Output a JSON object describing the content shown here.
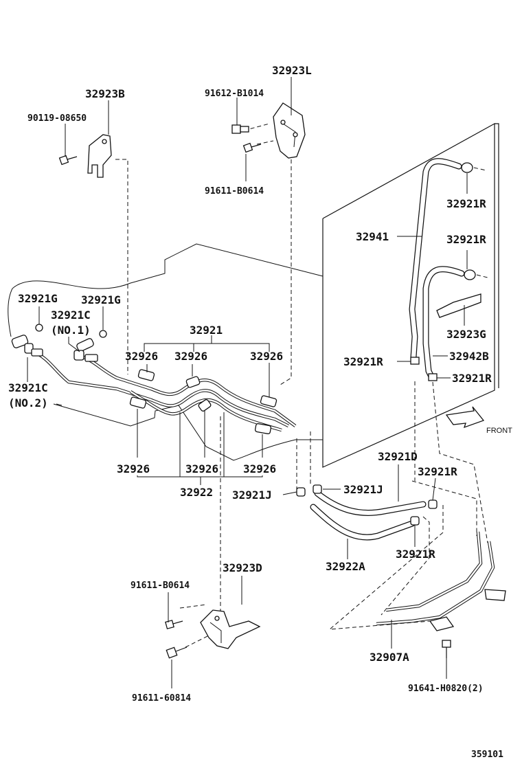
{
  "labels": {
    "p32923B": "32923B",
    "p90119": "90119-08650",
    "p32923L": "32923L",
    "p91612": "91612-B1014",
    "p91611_top": "91611-B0614",
    "p32921R_1": "32921R",
    "p32941": "32941",
    "p32921R_2": "32921R",
    "p32923G": "32923G",
    "p32921R_3": "32921R",
    "p32942B": "32942B",
    "p32921R_4": "32921R",
    "p32921G_1": "32921G",
    "p32921G_2": "32921G",
    "p32921C_1": "32921C",
    "no1": "(NO.1)",
    "p32921C_2": "32921C",
    "no2": "(NO.2)",
    "p32921": "32921",
    "p32926_a": "32926",
    "p32926_b": "32926",
    "p32926_c": "32926",
    "p32926_d": "32926",
    "p32926_e": "32926",
    "p32926_f": "32926",
    "p32922": "32922",
    "front": "FRONT",
    "p32921D": "32921D",
    "p32921R_5": "32921R",
    "p32921J_1": "32921J",
    "p32921J_2": "32921J",
    "p32921R_6": "32921R",
    "p32922A": "32922A",
    "p32923D": "32923D",
    "p91611_mid": "91611-B0614",
    "p91611_bot": "91611-60814",
    "p32907A": "32907A",
    "p91641": "91641-H0820(2)",
    "ref": "359101"
  }
}
